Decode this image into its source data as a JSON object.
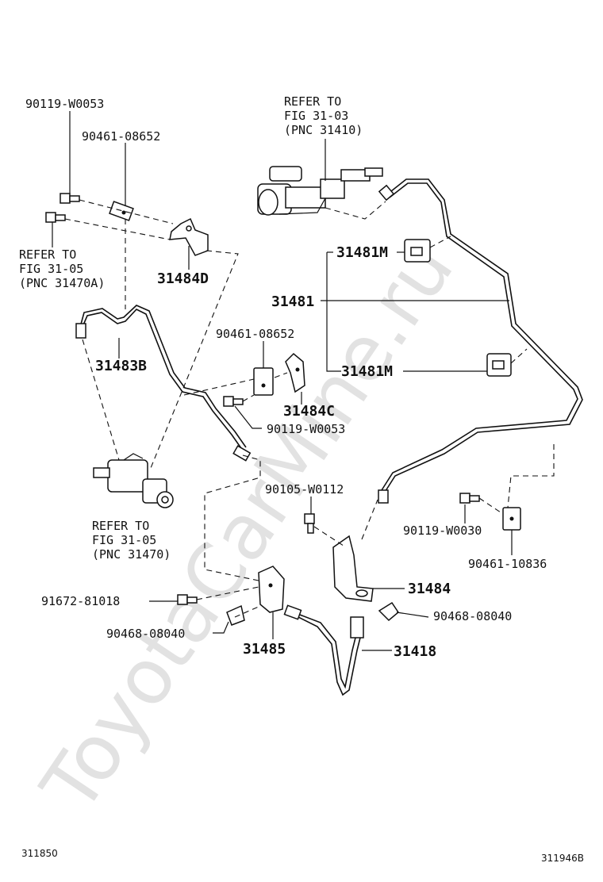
{
  "watermark": "ToyotaCarMine.ru",
  "labels": {
    "p90119_w0053_top": "90119-W0053",
    "p90461_08652_top": "90461-08652",
    "refer_31_05a_1": "REFER TO",
    "refer_31_05a_2": "FIG 31-05",
    "refer_31_05a_3": "(PNC 31470A)",
    "p31484d": "31484D",
    "refer_31_03_1": "REFER TO",
    "refer_31_03_2": "FIG 31-03",
    "refer_31_03_3": "(PNC 31410)",
    "p31481m_top": "31481M",
    "p31481": "31481",
    "p31481m_bottom": "31481M",
    "p31483b": "31483B",
    "p90461_08652_mid": "90461-08652",
    "p31484c": "31484C",
    "p90119_w0053_mid": "90119-W0053",
    "p90105_w0112": "90105-W0112",
    "refer_31_05_1": "REFER TO",
    "refer_31_05_2": "FIG 31-05",
    "refer_31_05_3": "(PNC 31470)",
    "p90119_w0030": "90119-W0030",
    "p90461_10836": "90461-10836",
    "p31484": "31484",
    "p91672_81018": "91672-81018",
    "p90468_08040_right": "90468-08040",
    "p90468_08040_left": "90468-08040",
    "p31485": "31485",
    "p31418": "31418"
  },
  "footer": {
    "left_code": "311850",
    "right_code": "311946B"
  }
}
